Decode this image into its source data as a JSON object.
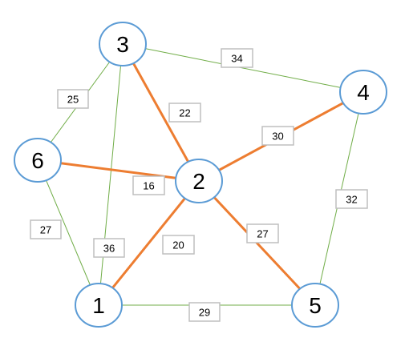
{
  "graph": {
    "nodes": [
      {
        "id": "1",
        "label": "1"
      },
      {
        "id": "2",
        "label": "2"
      },
      {
        "id": "3",
        "label": "3"
      },
      {
        "id": "4",
        "label": "4"
      },
      {
        "id": "5",
        "label": "5"
      },
      {
        "id": "6",
        "label": "6"
      }
    ],
    "edges": [
      {
        "from": "3",
        "to": "4",
        "weight": "34",
        "highlighted": false
      },
      {
        "from": "3",
        "to": "6",
        "weight": "25",
        "highlighted": false
      },
      {
        "from": "3",
        "to": "1",
        "weight": "36",
        "highlighted": false
      },
      {
        "from": "6",
        "to": "1",
        "weight": "27",
        "highlighted": false
      },
      {
        "from": "1",
        "to": "5",
        "weight": "29",
        "highlighted": false
      },
      {
        "from": "4",
        "to": "5",
        "weight": "32",
        "highlighted": false
      },
      {
        "from": "3",
        "to": "2",
        "weight": "22",
        "highlighted": true
      },
      {
        "from": "6",
        "to": "2",
        "weight": "16",
        "highlighted": true
      },
      {
        "from": "2",
        "to": "4",
        "weight": "30",
        "highlighted": true
      },
      {
        "from": "2",
        "to": "1",
        "weight": "20",
        "highlighted": true
      },
      {
        "from": "2",
        "to": "5",
        "weight": "27",
        "highlighted": true
      }
    ],
    "colors": {
      "highlighted_edge": "#ed7d31",
      "normal_edge": "#70ad47",
      "node_border": "#5b9bd5",
      "label_border": "#bfbfbf"
    }
  }
}
